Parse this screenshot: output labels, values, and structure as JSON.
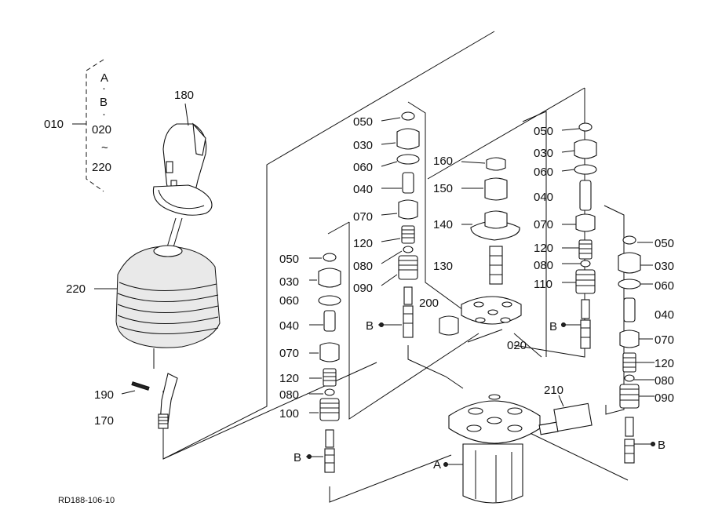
{
  "drawing_code": "RD188-106-10",
  "group": {
    "code": "010",
    "lines": [
      "A",
      "·",
      "B",
      "·",
      "020",
      "~",
      "220"
    ]
  },
  "labels": {
    "p180": "180",
    "p220": "220",
    "p190": "190",
    "p170": "170",
    "l050": "050",
    "l030": "030",
    "l060": "060",
    "l040": "040",
    "l070": "070",
    "l120": "120",
    "l080": "080",
    "l100": "100",
    "lB": "B",
    "c050": "050",
    "c030": "030",
    "c060": "060",
    "c040": "040",
    "c070": "070",
    "c120": "120",
    "c080": "080",
    "c090": "090",
    "cB": "B",
    "m160": "160",
    "m150": "150",
    "m140": "140",
    "m130": "130",
    "m200": "200",
    "m020": "020",
    "r050": "050",
    "r030": "030",
    "r060": "060",
    "r040": "040",
    "r070": "070",
    "r120": "120",
    "r080": "080",
    "r110": "110",
    "rB": "B",
    "f050": "050",
    "f030": "030",
    "f060": "060",
    "f040": "040",
    "f070": "070",
    "f120": "120",
    "f080": "080",
    "f090": "090",
    "fB": "B",
    "p210": "210",
    "pA": "A"
  }
}
